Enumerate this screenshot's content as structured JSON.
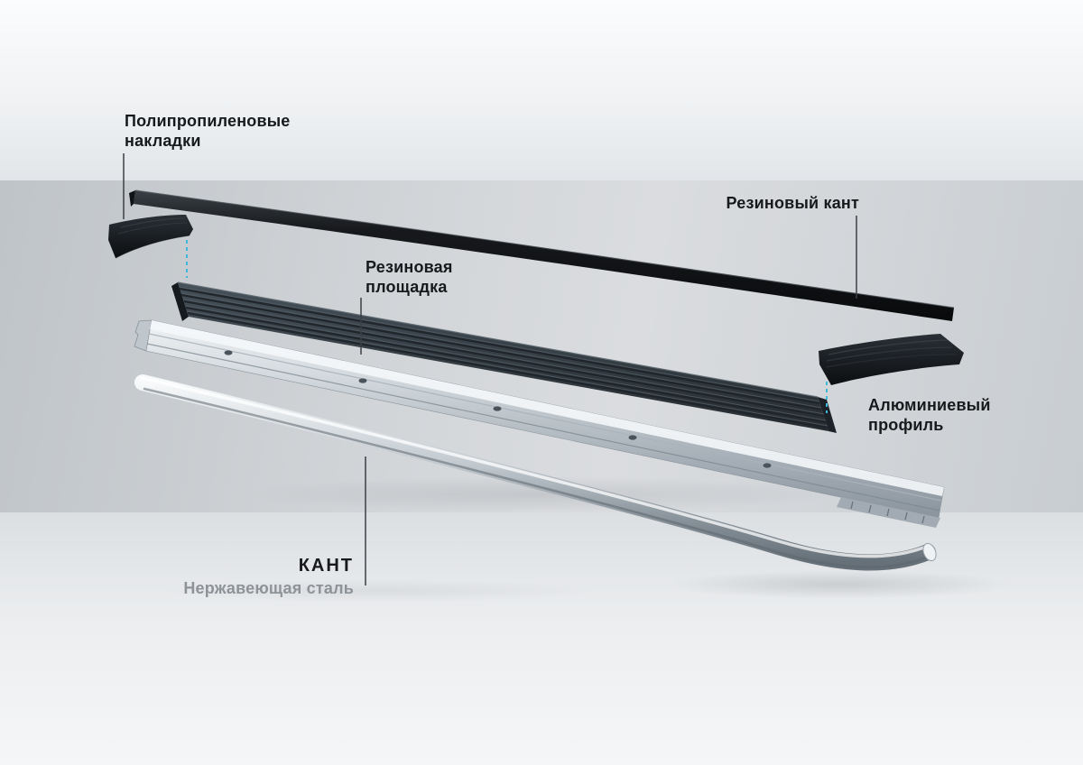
{
  "diagram": {
    "labels": {
      "polypropylene_pads": "Полипропиленовые\nнакладки",
      "rubber_edge": "Резиновый кант",
      "rubber_platform": "Резиновая\nплощадка",
      "aluminum_profile": "Алюминиевый\nпрофиль",
      "kant_name": "КАНТ",
      "kant_material": "Нержавеющая сталь"
    },
    "colors": {
      "label_text": "#17191b",
      "muted_label_text": "#8e9398",
      "assembly_dash": "#3fb9d9",
      "leader_line": "#3c4044"
    }
  }
}
